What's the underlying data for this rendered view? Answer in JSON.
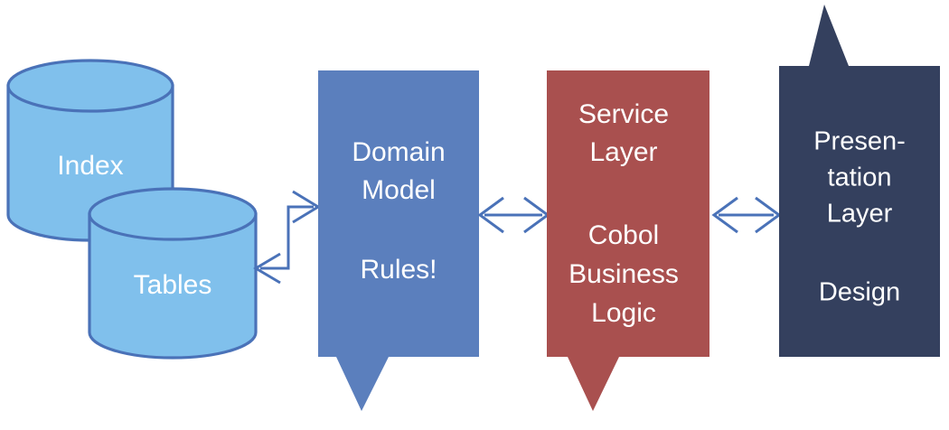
{
  "diagram": {
    "title": "Layered Application Architecture",
    "type": "block-diagram",
    "background_color": "#ffffff",
    "colors": {
      "cylinder_fill": "#80C0EC",
      "cylinder_stroke": "#4A72B8",
      "domain_fill": "#5B7FBD",
      "service_fill": "#A9504F",
      "presentation_fill": "#34405E",
      "arrow_stroke": "#4A72B8",
      "label_text": "#FFFFFF"
    },
    "nodes": [
      {
        "id": "index-cylinder",
        "shape": "cylinder",
        "label": "Index",
        "fill": "#80C0EC"
      },
      {
        "id": "tables-cylinder",
        "shape": "cylinder",
        "label": "Tables",
        "fill": "#80C0EC"
      },
      {
        "id": "domain-model-box",
        "shape": "down-arrow-callout",
        "fill": "#5B7FBD",
        "lines_top": [
          "Domain",
          "Model"
        ],
        "lines_bottom": [
          "Rules!"
        ]
      },
      {
        "id": "service-layer-box",
        "shape": "down-arrow-callout",
        "fill": "#A9504F",
        "lines_top": [
          "Service",
          "Layer"
        ],
        "lines_bottom": [
          "Cobol",
          "Business",
          "Logic"
        ]
      },
      {
        "id": "presentation-layer-box",
        "shape": "up-arrow-callout",
        "fill": "#34405E",
        "lines_top": [
          "Presen-",
          "tation",
          "Layer"
        ],
        "lines_bottom": [
          "Design"
        ]
      }
    ],
    "connectors": [
      {
        "id": "storage-to-domain",
        "style": "elbow",
        "heads": "both",
        "from": "tables-cylinder",
        "to": "domain-model-box"
      },
      {
        "id": "domain-to-service",
        "style": "straight",
        "heads": "both",
        "from": "domain-model-box",
        "to": "service-layer-box"
      },
      {
        "id": "service-to-presentation",
        "style": "straight",
        "heads": "both",
        "from": "service-layer-box",
        "to": "presentation-layer-box"
      }
    ]
  },
  "labels": {
    "index": "Index",
    "tables": "Tables",
    "domain_line1": "Domain",
    "domain_line2": "Model",
    "domain_line3": "Rules!",
    "service_line1": "Service",
    "service_line2": "Layer",
    "service_line3": "Cobol",
    "service_line4": "Business",
    "service_line5": "Logic",
    "presentation_line1": "Presen-",
    "presentation_line2": "tation",
    "presentation_line3": "Layer",
    "presentation_line4": "Design"
  }
}
